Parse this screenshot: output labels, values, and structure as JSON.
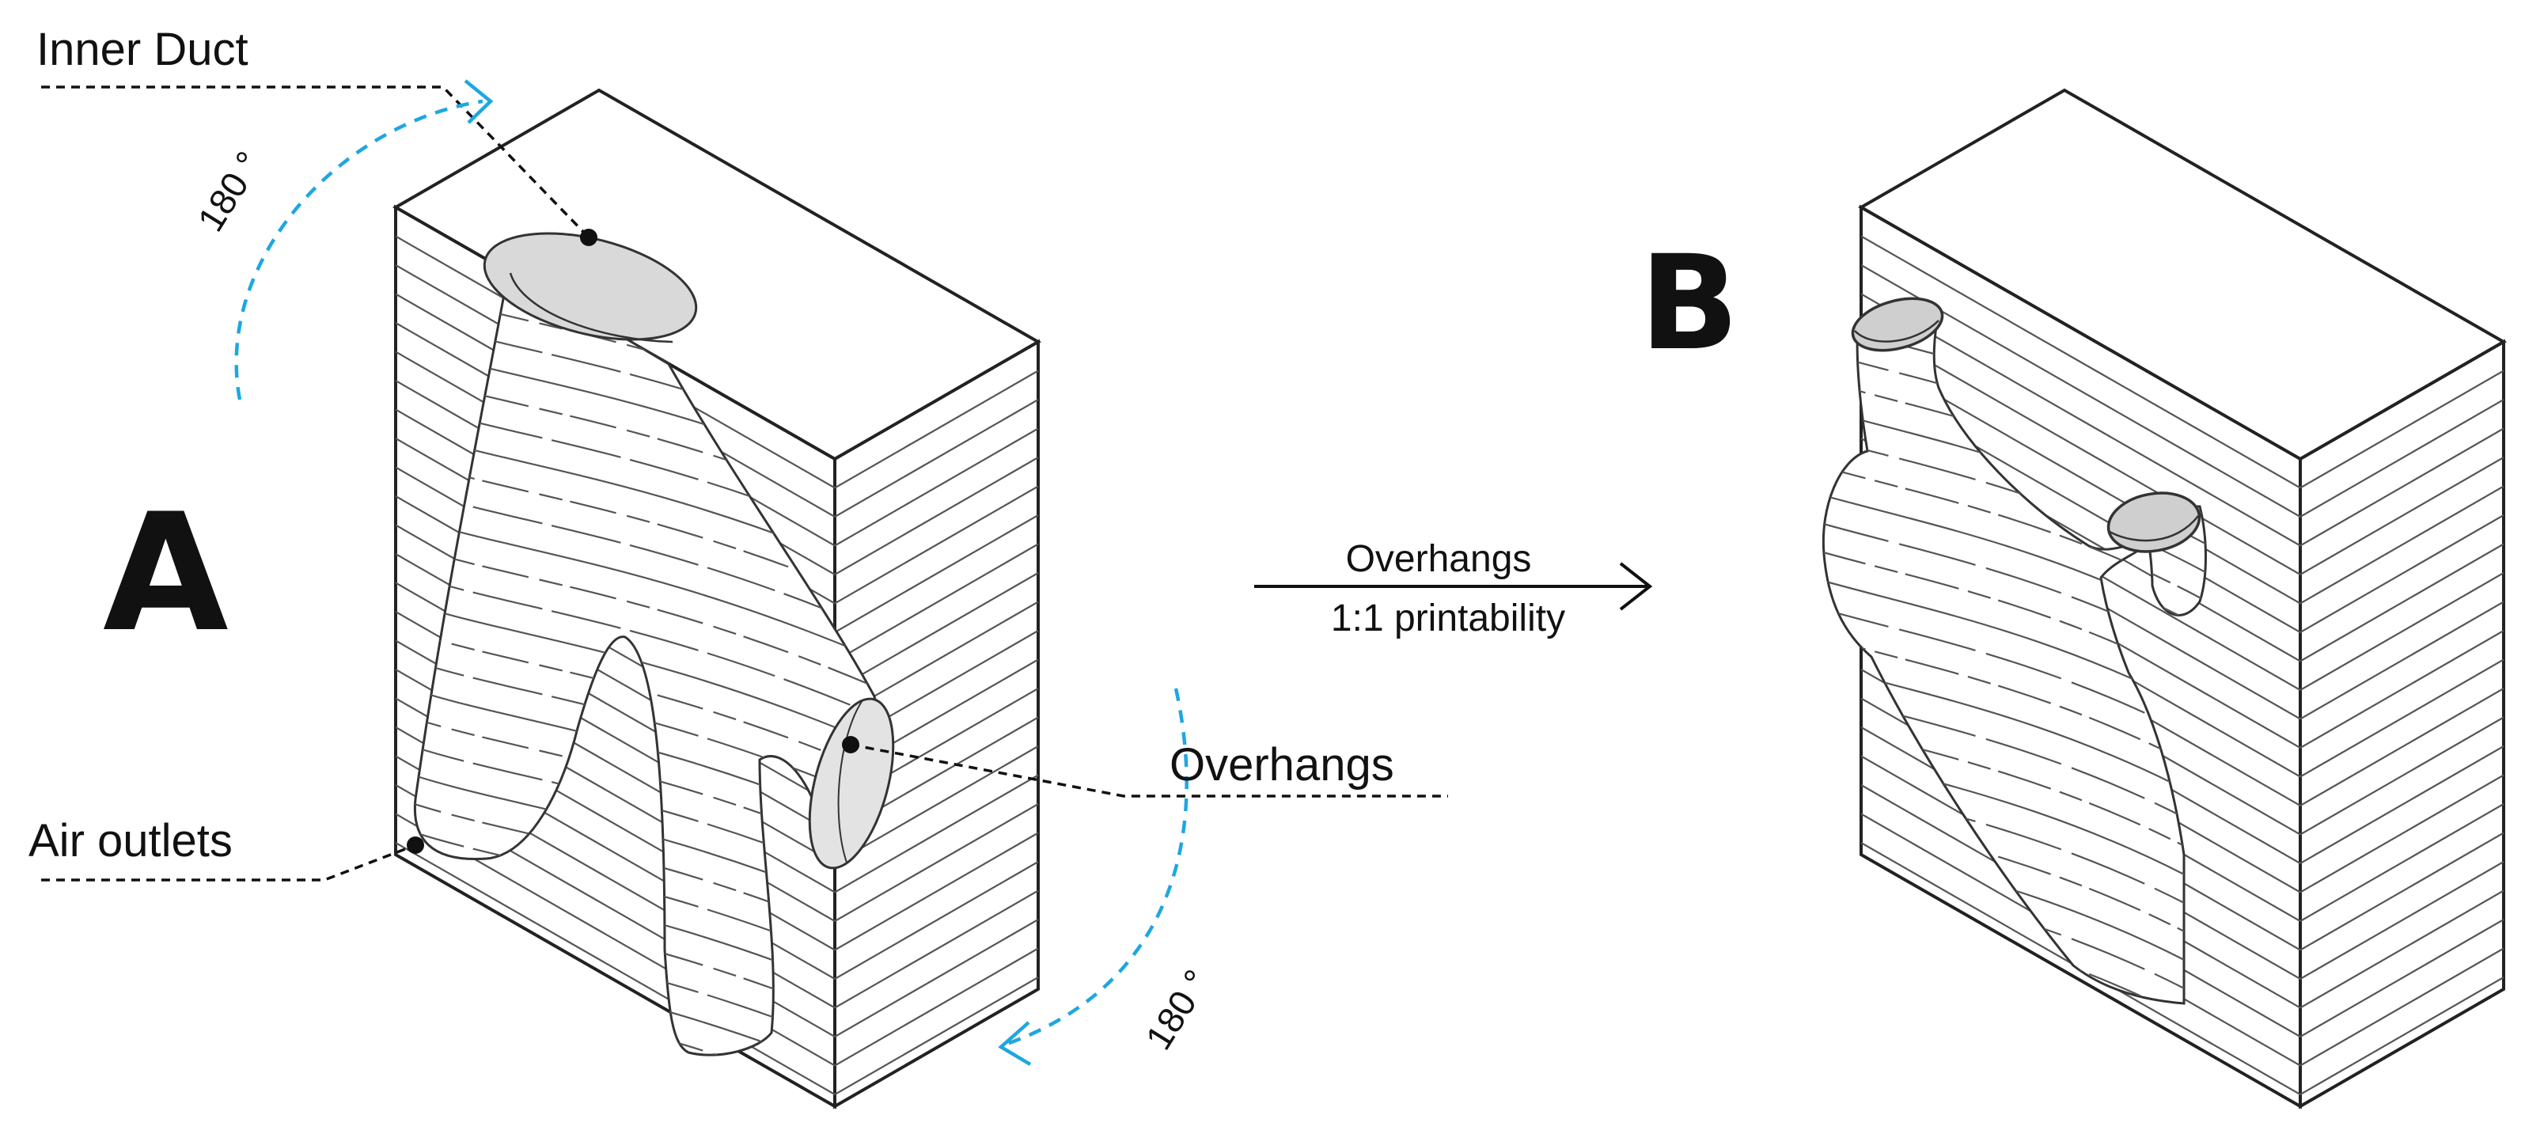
{
  "diagram": {
    "panel_a": {
      "label": "A",
      "callouts": {
        "inner_duct": "Inner Duct",
        "air_outlets": "Air outlets",
        "overhangs": "Overhangs"
      },
      "rotation_top": "180 °",
      "rotation_bottom": "180 °"
    },
    "transition": {
      "line1": "Overhangs",
      "line2": "1:1 printability"
    },
    "panel_b": {
      "label": "B"
    }
  },
  "colors": {
    "stroke": "#222222",
    "layer_line": "#555555",
    "duct_fill": "#ffffff",
    "opening_fill": "#d9d9d9",
    "rotation_arrow": "#1ea7e1",
    "text": "#111111"
  }
}
